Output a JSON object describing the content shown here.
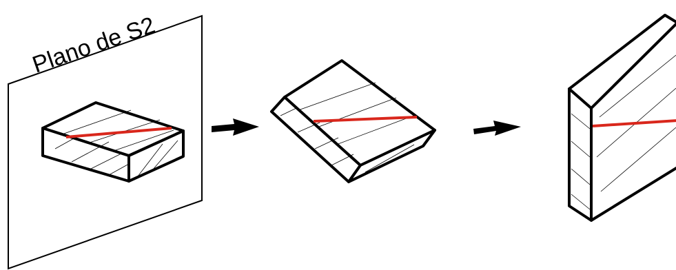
{
  "diagram": {
    "plane_label": "Plano de S2",
    "colors": {
      "stroke": "#000000",
      "lineation": "#d9271c",
      "background": "#ffffff"
    },
    "stages": [
      {
        "name": "block-on-plane"
      },
      {
        "name": "block-rotated"
      },
      {
        "name": "block-vertical"
      }
    ],
    "arrows": [
      {
        "name": "arrow-1",
        "icon": "right-arrow-icon"
      },
      {
        "name": "arrow-2",
        "icon": "right-arrow-icon"
      }
    ]
  }
}
